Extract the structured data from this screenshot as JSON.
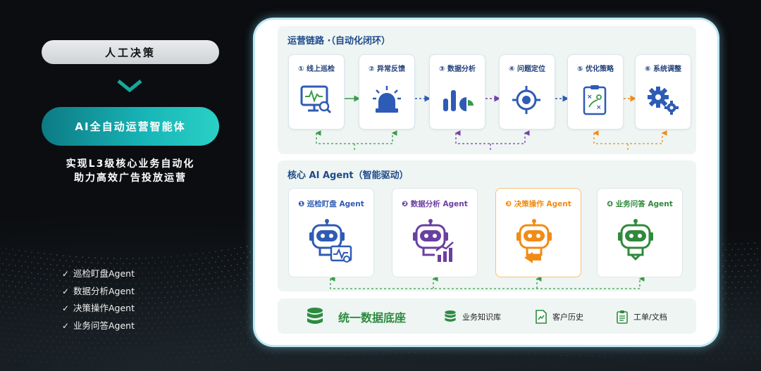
{
  "left": {
    "manual_label": "人工决策",
    "ai_label": "AI全自动运营智能体",
    "desc_line1": "实现L3级核心业务自动化",
    "desc_line2": "助力高效广告投放运营",
    "checklist": [
      "巡检盯盘Agent",
      "数据分析Agent",
      "决策操作Agent",
      "业务问答Agent"
    ],
    "check_mark": "✓"
  },
  "ops_chain": {
    "title": "运营链路 ·（自动化闭环）",
    "steps": [
      {
        "label": "① 线上巡检",
        "icon": "monitor-search-icon"
      },
      {
        "label": "② 异常反馈",
        "icon": "alarm-light-icon"
      },
      {
        "label": "③ 数据分析",
        "icon": "bar-pie-chart-icon"
      },
      {
        "label": "④ 问题定位",
        "icon": "target-icon"
      },
      {
        "label": "⑤ 优化策略",
        "icon": "strategy-board-icon"
      },
      {
        "label": "⑥ 系统调整",
        "icon": "gears-icon"
      }
    ]
  },
  "agents": {
    "title": "核心 AI Agent（智能驱动）",
    "items": [
      {
        "label": "❶ 巡检盯盘 Agent",
        "color": "#2e5bb5"
      },
      {
        "label": "❷ 数据分析 Agent",
        "color": "#6b3fa0"
      },
      {
        "label": "❸ 决策操作 Agent",
        "color": "#f08c16"
      },
      {
        "label": "❹ 业务问答 Agent",
        "color": "#2f8a3c"
      }
    ]
  },
  "data_base": {
    "main": "统一数据底座",
    "items": [
      "业务知识库",
      "客户历史",
      "工单/文档"
    ]
  },
  "colors": {
    "teal": "#18b7b8",
    "navy": "#1f4a8a",
    "green": "#2d8b3e"
  }
}
